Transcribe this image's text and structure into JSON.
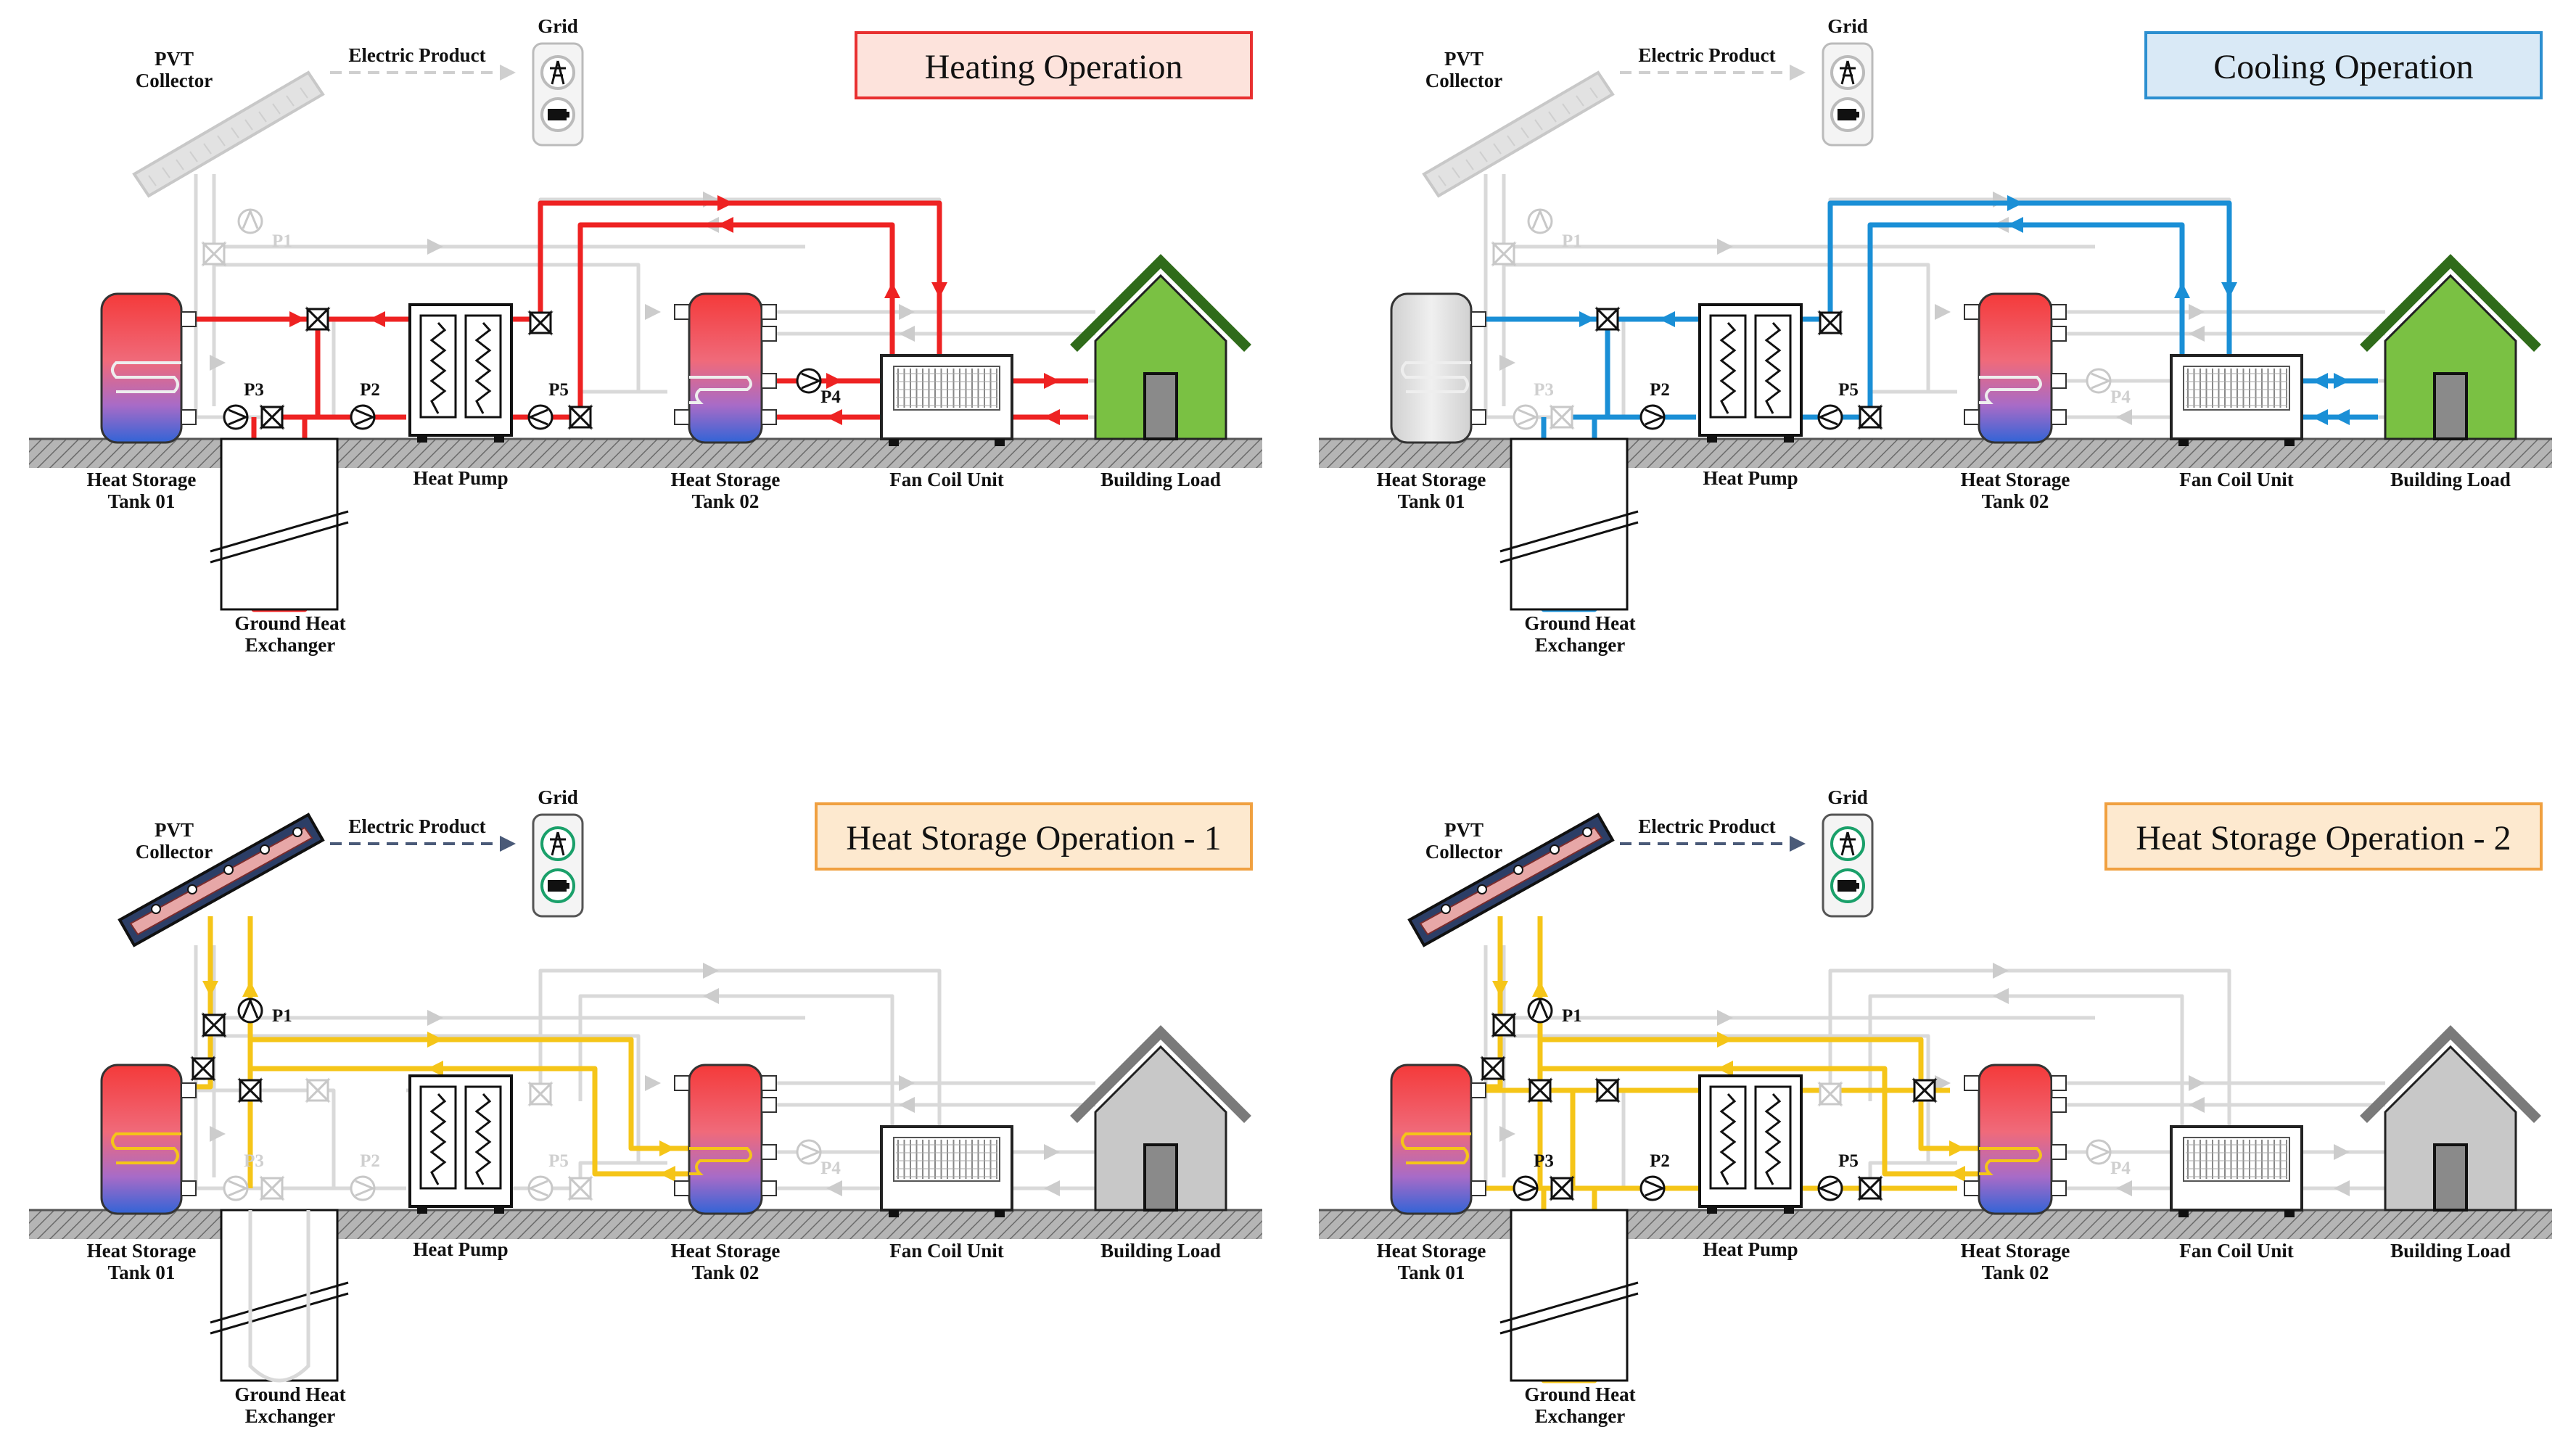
{
  "colors": {
    "heating": "#ee2222",
    "cooling": "#1a8fd6",
    "storage": "#f5c518",
    "inactive": "#d9d9d9",
    "house_active": "#7ac143",
    "house_inactive": "#c8c8c8",
    "tank_hot": "#f43a3a",
    "tank_cold": "#3264d6",
    "ground": "#808080",
    "heating_title_bg": "#fde3dc",
    "cooling_title_bg": "#d9e9f6",
    "storage_title_bg": "#fde9cf"
  },
  "labels": {
    "pvt": [
      "PVT",
      "Collector"
    ],
    "electric_product": "Electric Product",
    "grid": "Grid",
    "tank1": [
      "Heat Storage",
      "Tank 01"
    ],
    "tank2": [
      "Heat Storage",
      "Tank 02"
    ],
    "heat_pump": "Heat Pump",
    "fan_coil": "Fan Coil Unit",
    "building": "Building Load",
    "ground_hx": [
      "Ground Heat",
      "Exchanger"
    ],
    "p1": "P1",
    "p2": "P2",
    "p3": "P3",
    "p4": "P4",
    "p5": "P5"
  },
  "panels": [
    {
      "id": "heating",
      "title": "Heating Operation",
      "mode": "heating",
      "pvt_active": false,
      "grid_active": false,
      "house_active": true,
      "tank1_active": true,
      "pumps": {
        "p1": false,
        "p2": true,
        "p3": true,
        "p4": true,
        "p5": true
      }
    },
    {
      "id": "cooling",
      "title": "Cooling Operation",
      "mode": "cooling",
      "pvt_active": false,
      "grid_active": false,
      "house_active": true,
      "tank1_active": false,
      "pumps": {
        "p1": false,
        "p2": true,
        "p3": false,
        "p4": false,
        "p5": true
      }
    },
    {
      "id": "storage1",
      "title": "Heat Storage Operation - 1",
      "mode": "storage1",
      "pvt_active": true,
      "grid_active": true,
      "house_active": false,
      "tank1_active": true,
      "pumps": {
        "p1": true,
        "p2": false,
        "p3": false,
        "p4": false,
        "p5": false
      }
    },
    {
      "id": "storage2",
      "title": "Heat Storage Operation - 2",
      "mode": "storage2",
      "pvt_active": true,
      "grid_active": true,
      "house_active": false,
      "tank1_active": true,
      "pumps": {
        "p1": true,
        "p2": true,
        "p3": true,
        "p4": false,
        "p5": true
      }
    }
  ]
}
